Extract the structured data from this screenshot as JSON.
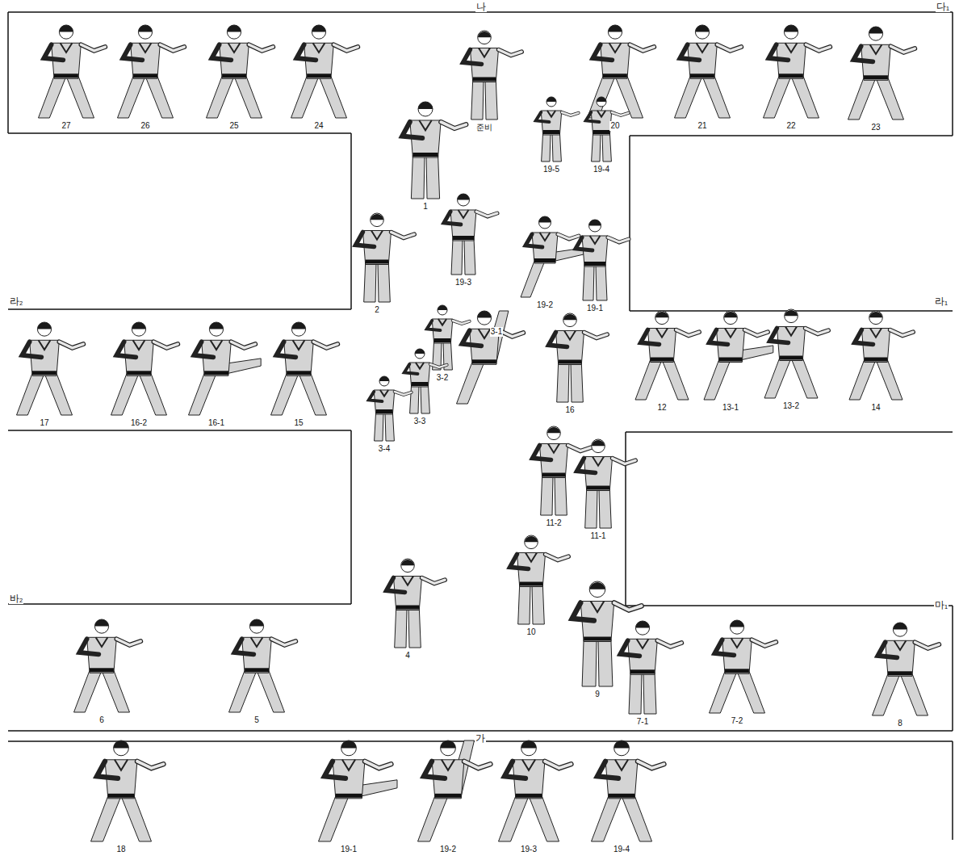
{
  "diagram": {
    "labels": [
      "나",
      "다₁",
      "27",
      "26",
      "25",
      "24",
      "준비",
      "20",
      "21",
      "22",
      "23",
      "1",
      "19-5",
      "19-4",
      "2",
      "19-3",
      "19-2",
      "19-1",
      "라₂",
      "라₁",
      "17",
      "16-2",
      "16-1",
      "15",
      "3-1",
      "3-2",
      "3-3",
      "3-4",
      "16",
      "12",
      "13-1",
      "13-2",
      "14",
      "11-2",
      "11-1",
      "바₂",
      "마₁",
      "4",
      "10",
      "9",
      "6",
      "5",
      "7-1",
      "7-2",
      "8",
      "가",
      "18",
      "19-1",
      "19-2",
      "19-3",
      "19-4"
    ]
  }
}
